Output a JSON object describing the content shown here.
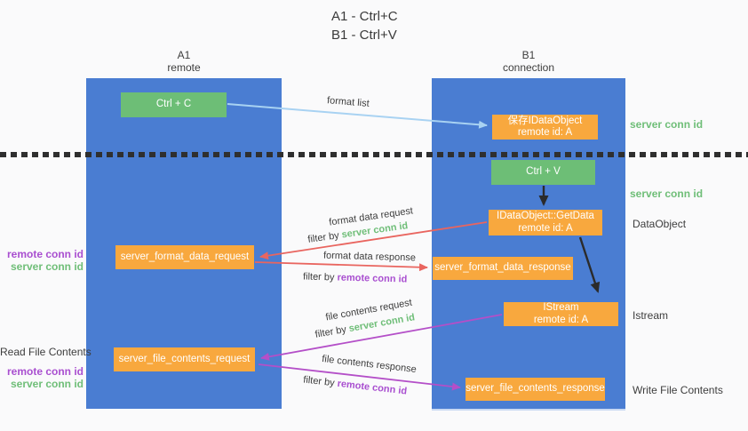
{
  "title": {
    "line1": "A1 - Ctrl+C",
    "line2": "B1 - Ctrl+V"
  },
  "columns": {
    "a1": {
      "name": "A1",
      "subtitle": "remote"
    },
    "b1": {
      "name": "B1",
      "subtitle": "connection"
    }
  },
  "boxes": {
    "ctrl_c": {
      "label": "Ctrl + C"
    },
    "ctrl_v": {
      "label": "Ctrl + V"
    },
    "save_dataobject": {
      "line1": "保存IDataObject",
      "line2": "remote id: A"
    },
    "getdata": {
      "line1": "IDataObject::GetData",
      "line2": "remote id: A"
    },
    "istream": {
      "line1": "IStream",
      "line2": "remote id: A"
    },
    "server_format_data_request": {
      "label": "server_format_data_request"
    },
    "server_format_data_response": {
      "label": "server_format_data_response"
    },
    "server_file_contents_request": {
      "label": "server_file_contents_request"
    },
    "server_file_contents_response": {
      "label": "server_file_contents_response"
    }
  },
  "arrows": {
    "format_list": {
      "label": "format list"
    },
    "format_data_request": {
      "label": "format data request",
      "filter_prefix": "filter by",
      "filter_key": "server conn id"
    },
    "format_data_response": {
      "label": "format data response",
      "filter_prefix": "filter by",
      "filter_key": "remote conn id"
    },
    "file_contents_request": {
      "label": "file contents request",
      "filter_prefix": "filter by",
      "filter_key": "server conn id"
    },
    "file_contents_response": {
      "label": "file contents response",
      "filter_prefix": "filter by",
      "filter_key": "remote conn id"
    }
  },
  "side_labels": {
    "right_server_conn_id_top": "server conn id",
    "right_server_conn_id_bottom": "server conn id",
    "right_dataobject": "DataObject",
    "right_istream": "Istream",
    "right_write_file_contents": "Write File Contents",
    "left_remote_conn_id_1": "remote conn id",
    "left_server_conn_id_1": "server conn id",
    "left_read_file_contents": "Read File Contents",
    "left_remote_conn_id_2": "remote conn id",
    "left_server_conn_id_2": "server conn id"
  },
  "colors": {
    "lifeline_blue": "#4a7dd2",
    "box_green": "#6dbe76",
    "box_orange": "#f8a83e",
    "arrow_lightblue": "#a8d2f2",
    "arrow_red": "#e9655f",
    "arrow_purple": "#b44fc8",
    "arrow_black": "#2b2b2b",
    "text_green": "#6fbe78",
    "text_purple": "#a94fd0",
    "text_dark": "#3d3d3d"
  }
}
